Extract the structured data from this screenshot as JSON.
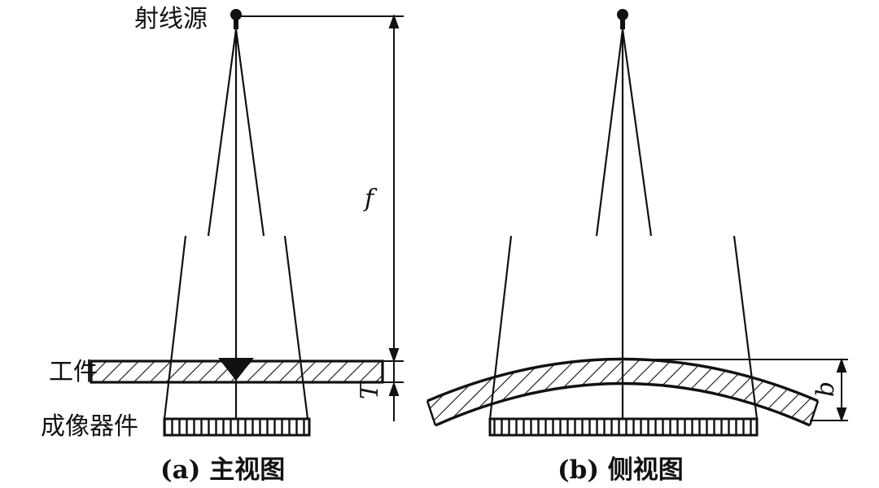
{
  "labels": {
    "source": "射线源",
    "workpiece": "工件",
    "detector": "成像器件",
    "focal_distance": "f",
    "thickness": "T",
    "height": "b"
  },
  "captions": {
    "a": "(a) 主视图",
    "b": "(b) 侧视图"
  },
  "colors": {
    "ink": "#111111",
    "background": "#ffffff"
  }
}
